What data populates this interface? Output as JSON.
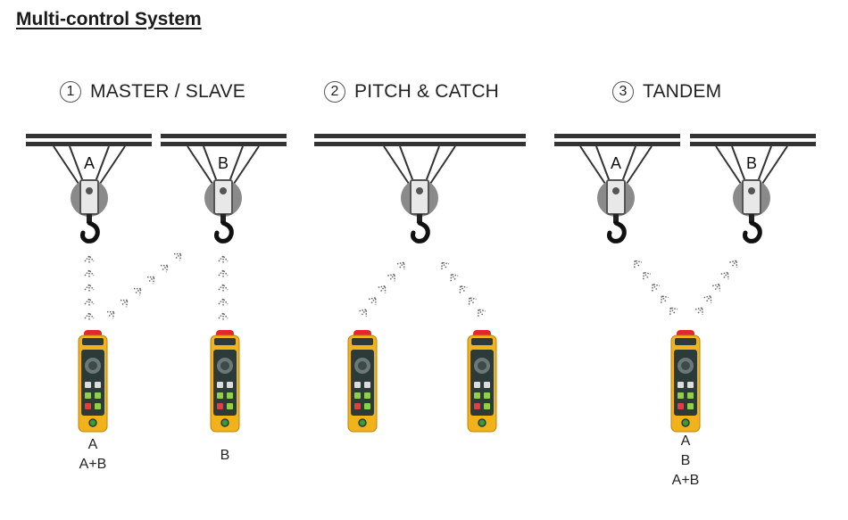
{
  "title": "Multi-control System",
  "sections": [
    {
      "number": "1",
      "label": "MASTER / SLAVE"
    },
    {
      "number": "2",
      "label": "PITCH & CATCH"
    },
    {
      "number": "3",
      "label": "TANDEM"
    }
  ],
  "crane_letters": {
    "master_a": "A",
    "master_b": "B",
    "tandem_a": "A",
    "tandem_b": "B"
  },
  "captions": {
    "master_remote_1": [
      "A",
      "A+B"
    ],
    "master_remote_2": [
      "B"
    ],
    "tandem_remote": [
      "A",
      "B",
      "A+B"
    ]
  },
  "colors": {
    "rail": "#333333",
    "hook_gray": "#8a8a8a",
    "remote_body": "#f2b21b",
    "remote_panel": "#2c3a3a",
    "estop": "#e02a2a",
    "signal": "#666666"
  }
}
